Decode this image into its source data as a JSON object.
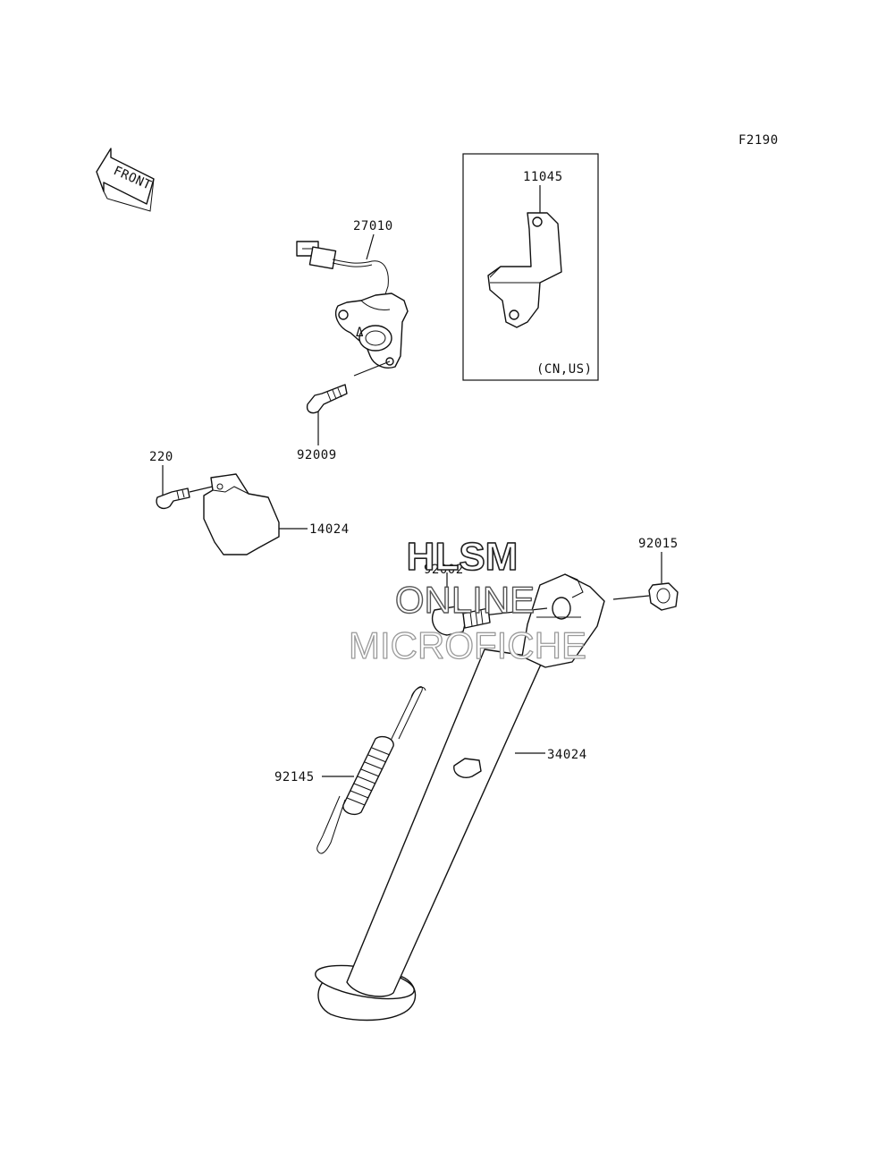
{
  "diagram": {
    "figure_code": "F2190",
    "front_arrow_label": "FRONT",
    "region_note": "(CN,US)",
    "watermark": [
      "HLSM",
      "ONLINE",
      "MICROFICHE"
    ],
    "parts": [
      {
        "id": "p-11045",
        "number": "11045"
      },
      {
        "id": "p-27010",
        "number": "27010"
      },
      {
        "id": "p-92009",
        "number": "92009"
      },
      {
        "id": "p-220",
        "number": "220"
      },
      {
        "id": "p-14024",
        "number": "14024"
      },
      {
        "id": "p-92015",
        "number": "92015"
      },
      {
        "id": "p-92002",
        "number": "92002"
      },
      {
        "id": "p-34024",
        "number": "34024"
      },
      {
        "id": "p-92145",
        "number": "92145"
      }
    ]
  }
}
